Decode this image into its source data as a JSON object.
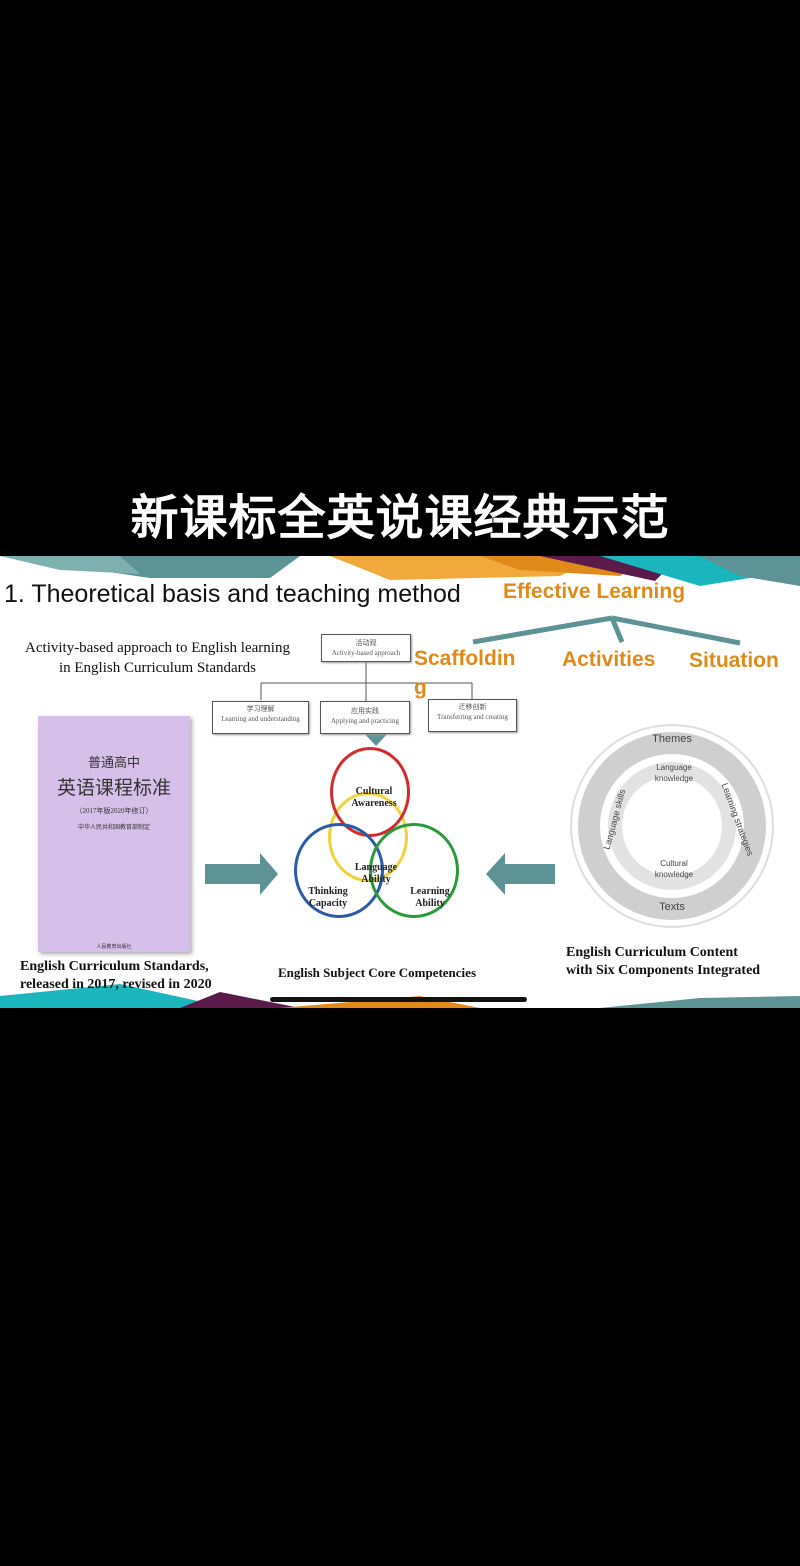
{
  "video_title": "新课标全英说课经典示范",
  "slide": {
    "heading": "1. Theoretical basis and teaching method",
    "effective_learning": {
      "title": "Effective Learning",
      "branches": [
        "Scaffoldin",
        "g",
        "Activities",
        "Situation"
      ]
    },
    "activity_caption": [
      "Activity-based approach to English learning",
      "in English Curriculum Standards"
    ],
    "flow": {
      "root": {
        "cn": "活动观",
        "en": "Activity-based approach"
      },
      "children": [
        {
          "cn": "学习理解",
          "en": "Learning and understanding"
        },
        {
          "cn": "应用实践",
          "en": "Applying and practicing"
        },
        {
          "cn": "迁移创新",
          "en": "Transferring and creating"
        }
      ]
    },
    "book": {
      "line1": "普通高中",
      "line2": "英语课程标准",
      "line3": "（2017年版2020年修订）",
      "line4": "中华人民共和国教育部制定",
      "publisher": "人民教育出版社"
    },
    "book_caption": [
      "English Curriculum Standards,",
      "released in 2017, revised in 2020"
    ],
    "venn": {
      "labels": [
        "Cultural Awareness",
        "Language Ability",
        "Thinking Capacity",
        "Learning Ability"
      ],
      "colors": {
        "cultural": "#d42a2a",
        "language": "#f0d23a",
        "thinking": "#2a5aa8",
        "learning": "#2a9a3a"
      },
      "caption": "English Subject Core Competencies"
    },
    "wheel": {
      "outer_top": "Themes",
      "outer_bottom": "Texts",
      "inner": [
        "Language knowledge",
        "Learning strategies",
        "Cultural knowledge",
        "Language skills"
      ]
    },
    "wheel_caption": [
      "English Curriculum Content",
      "with Six Components Integrated"
    ],
    "colors": {
      "accent_orange": "#e08a1a",
      "teal": "#5e9396",
      "purple": "#5a1a4a"
    }
  }
}
